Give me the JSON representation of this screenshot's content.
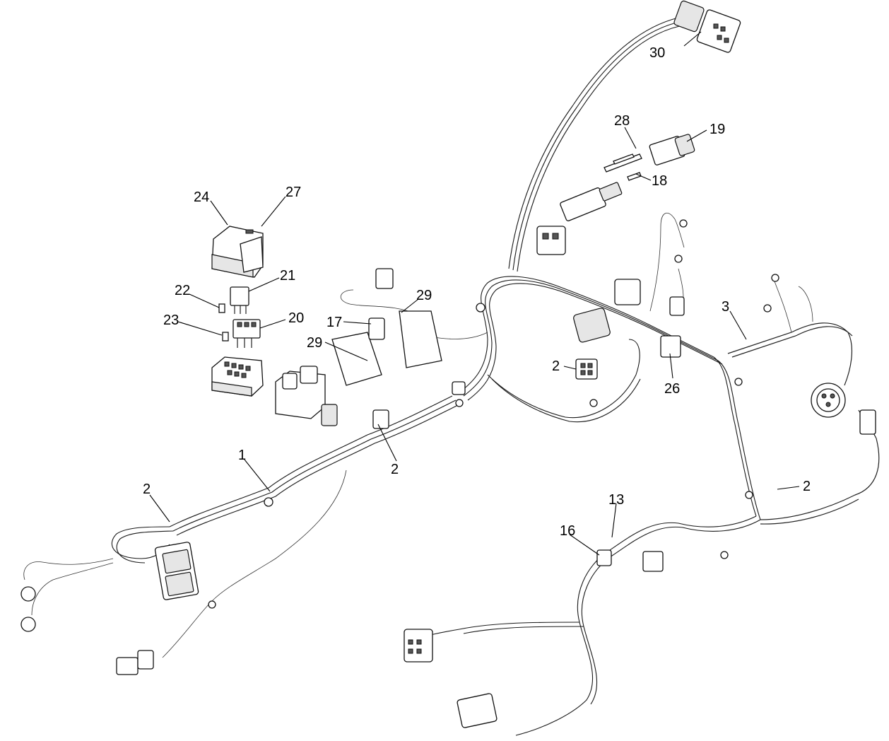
{
  "diagram": {
    "callouts": [
      {
        "id": "c30",
        "label": "30"
      },
      {
        "id": "c28",
        "label": "28"
      },
      {
        "id": "c19",
        "label": "19"
      },
      {
        "id": "c18",
        "label": "18"
      },
      {
        "id": "c24",
        "label": "24"
      },
      {
        "id": "c27",
        "label": "27"
      },
      {
        "id": "c21",
        "label": "21"
      },
      {
        "id": "c22",
        "label": "22"
      },
      {
        "id": "c23",
        "label": "23"
      },
      {
        "id": "c20",
        "label": "20"
      },
      {
        "id": "c29a",
        "label": "29"
      },
      {
        "id": "c17",
        "label": "17"
      },
      {
        "id": "c29b",
        "label": "29"
      },
      {
        "id": "c3",
        "label": "3"
      },
      {
        "id": "c2a",
        "label": "2"
      },
      {
        "id": "c26",
        "label": "26"
      },
      {
        "id": "c2b",
        "label": "2"
      },
      {
        "id": "c1",
        "label": "1"
      },
      {
        "id": "c2c",
        "label": "2"
      },
      {
        "id": "c2d",
        "label": "2"
      },
      {
        "id": "c13",
        "label": "13"
      },
      {
        "id": "c16",
        "label": "16"
      }
    ]
  }
}
